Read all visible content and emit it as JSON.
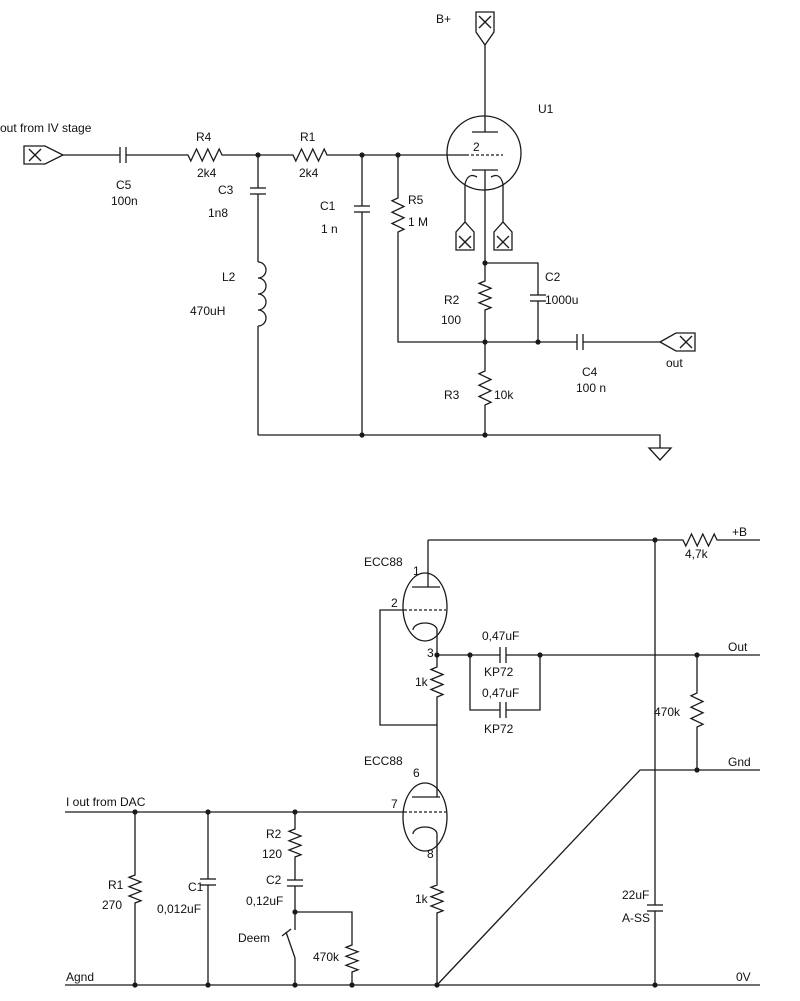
{
  "top_circuit": {
    "input_label": "out from IV stage",
    "supply_label": "B+",
    "output_label": "out",
    "tube": {
      "ref": "U1",
      "grid_pin": "2"
    },
    "components": {
      "c5": {
        "ref": "C5",
        "value": "100n"
      },
      "r4": {
        "ref": "R4",
        "value": "2k4"
      },
      "r1": {
        "ref": "R1",
        "value": "2k4"
      },
      "c3": {
        "ref": "C3",
        "value": "1n8"
      },
      "l2": {
        "ref": "L2",
        "value": "470uH"
      },
      "c1": {
        "ref": "C1",
        "value": "1 n"
      },
      "r5": {
        "ref": "R5",
        "value": "1 M"
      },
      "r2": {
        "ref": "R2",
        "value": "100"
      },
      "c2": {
        "ref": "C2",
        "value": "1000u"
      },
      "r3": {
        "ref": "R3",
        "value": "10k"
      },
      "c4": {
        "ref": "C4",
        "value": "100 n"
      }
    }
  },
  "bottom_circuit": {
    "input_label": "I out from DAC",
    "supply_label": "+B",
    "output_label": "Out",
    "ground_label": "Gnd",
    "analog_ground_label": "Agnd",
    "zero_volt_label": "0V",
    "upper_tube": {
      "type": "ECC88",
      "pins": [
        "1",
        "2",
        "3"
      ]
    },
    "lower_tube": {
      "type": "ECC88",
      "pins": [
        "6",
        "7",
        "8"
      ]
    },
    "components": {
      "r_supply": {
        "value": "4,7k"
      },
      "c_out_1": {
        "value": "0,47uF",
        "type": "KP72"
      },
      "c_out_2": {
        "value": "0,47uF",
        "type": "KP72"
      },
      "r_upper_cathode": {
        "value": "1k"
      },
      "r_out": {
        "value": "470k"
      },
      "c_supply": {
        "value": "22uF",
        "type": "A-SS"
      },
      "r1": {
        "ref": "R1",
        "value": "270"
      },
      "c1": {
        "ref": "C1",
        "value": "0,012uF"
      },
      "r2": {
        "ref": "R2",
        "value": "120"
      },
      "c2": {
        "ref": "C2",
        "value": "0,12uF"
      },
      "deem_switch": {
        "label": "Deem"
      },
      "r_deem": {
        "value": "470k"
      },
      "r_lower_cathode": {
        "value": "1k"
      }
    }
  }
}
